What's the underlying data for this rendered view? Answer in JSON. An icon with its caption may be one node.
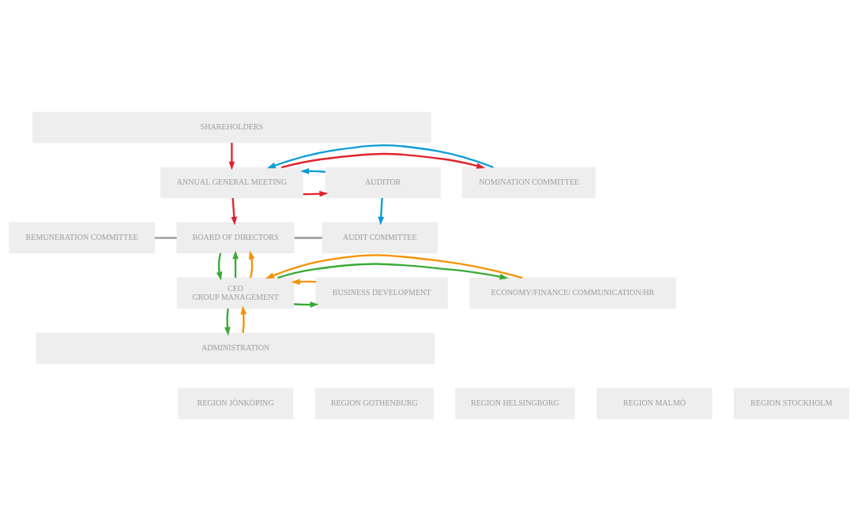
{
  "diagram": {
    "nodes": [
      {
        "text": [
          "SHAREHOLDERS"
        ]
      },
      {
        "text": [
          "NOMINATION COMMITTEE"
        ]
      },
      {
        "text": [
          "ANNUAL GENERAL MEETING"
        ]
      },
      {
        "text": [
          "AUDITOR"
        ]
      },
      {
        "text": [
          "REMUNERATION COMMITTEE"
        ]
      },
      {
        "text": [
          "BOARD OF DIRECTORS"
        ]
      },
      {
        "text": [
          "AUDIT COMMITTEE"
        ]
      },
      {
        "text": [
          "ECONOMY/FINANCE/ COMMUNICATION/HR"
        ]
      },
      {
        "text": [
          "CEO",
          "GROUP MANAGEMENT"
        ]
      },
      {
        "text": [
          "BUSINESS DEVELOPMENT"
        ]
      },
      {
        "text": [
          "ADMINISTRATION"
        ]
      },
      {
        "text": [
          "REGION GOTHENBURG"
        ]
      },
      {
        "text": [
          "REGION HELSINGBORG"
        ]
      },
      {
        "text": [
          "REGION JÖNKÖPING"
        ]
      },
      {
        "text": [
          "REGION MALMÖ"
        ]
      },
      {
        "text": [
          "REGION STOCKHOLM"
        ]
      }
    ],
    "edges": [
      {
        "from": 0,
        "to": 2,
        "arrow": "to",
        "color": "#e0242b"
      },
      {
        "from": 2,
        "to": 1,
        "arrow": "to",
        "color": "#e0242b"
      },
      {
        "from": 1,
        "to": 2,
        "arrow": "to",
        "color": "#0a9bd8"
      },
      {
        "from": 2,
        "to": 3,
        "arrow": "to",
        "color": "#e0242b"
      },
      {
        "from": 3,
        "to": 2,
        "arrow": "to",
        "color": "#0a9bd8"
      },
      {
        "from": 2,
        "to": 5,
        "arrow": "to",
        "color": "#e0242b"
      },
      {
        "from": 3,
        "to": 6,
        "arrow": "to",
        "color": "#0a9bd8"
      },
      {
        "from": 4,
        "to": 5,
        "arrow": "none",
        "color": "#999999"
      },
      {
        "from": 5,
        "to": 6,
        "arrow": "none",
        "color": "#999999"
      },
      {
        "from": 5,
        "to": 8,
        "arrow": "to",
        "color": "#3aaa35"
      },
      {
        "from": 8,
        "to": 5,
        "arrow": "to",
        "color": "#3aaa35"
      },
      {
        "from": 8,
        "to": 5,
        "arrow": "to",
        "color": "#f39200"
      },
      {
        "from": 8,
        "to": 7,
        "arrow": "to",
        "color": "#3aaa35"
      },
      {
        "from": 7,
        "to": 8,
        "arrow": "to",
        "color": "#f39200"
      },
      {
        "from": 8,
        "to": 9,
        "arrow": "to",
        "color": "#3aaa35"
      },
      {
        "from": 9,
        "to": 8,
        "arrow": "to",
        "color": "#f39200"
      },
      {
        "from": 8,
        "to": 10,
        "arrow": "to",
        "color": "#3aaa35"
      },
      {
        "from": 10,
        "to": 8,
        "arrow": "to",
        "color": "#f39200"
      }
    ]
  }
}
